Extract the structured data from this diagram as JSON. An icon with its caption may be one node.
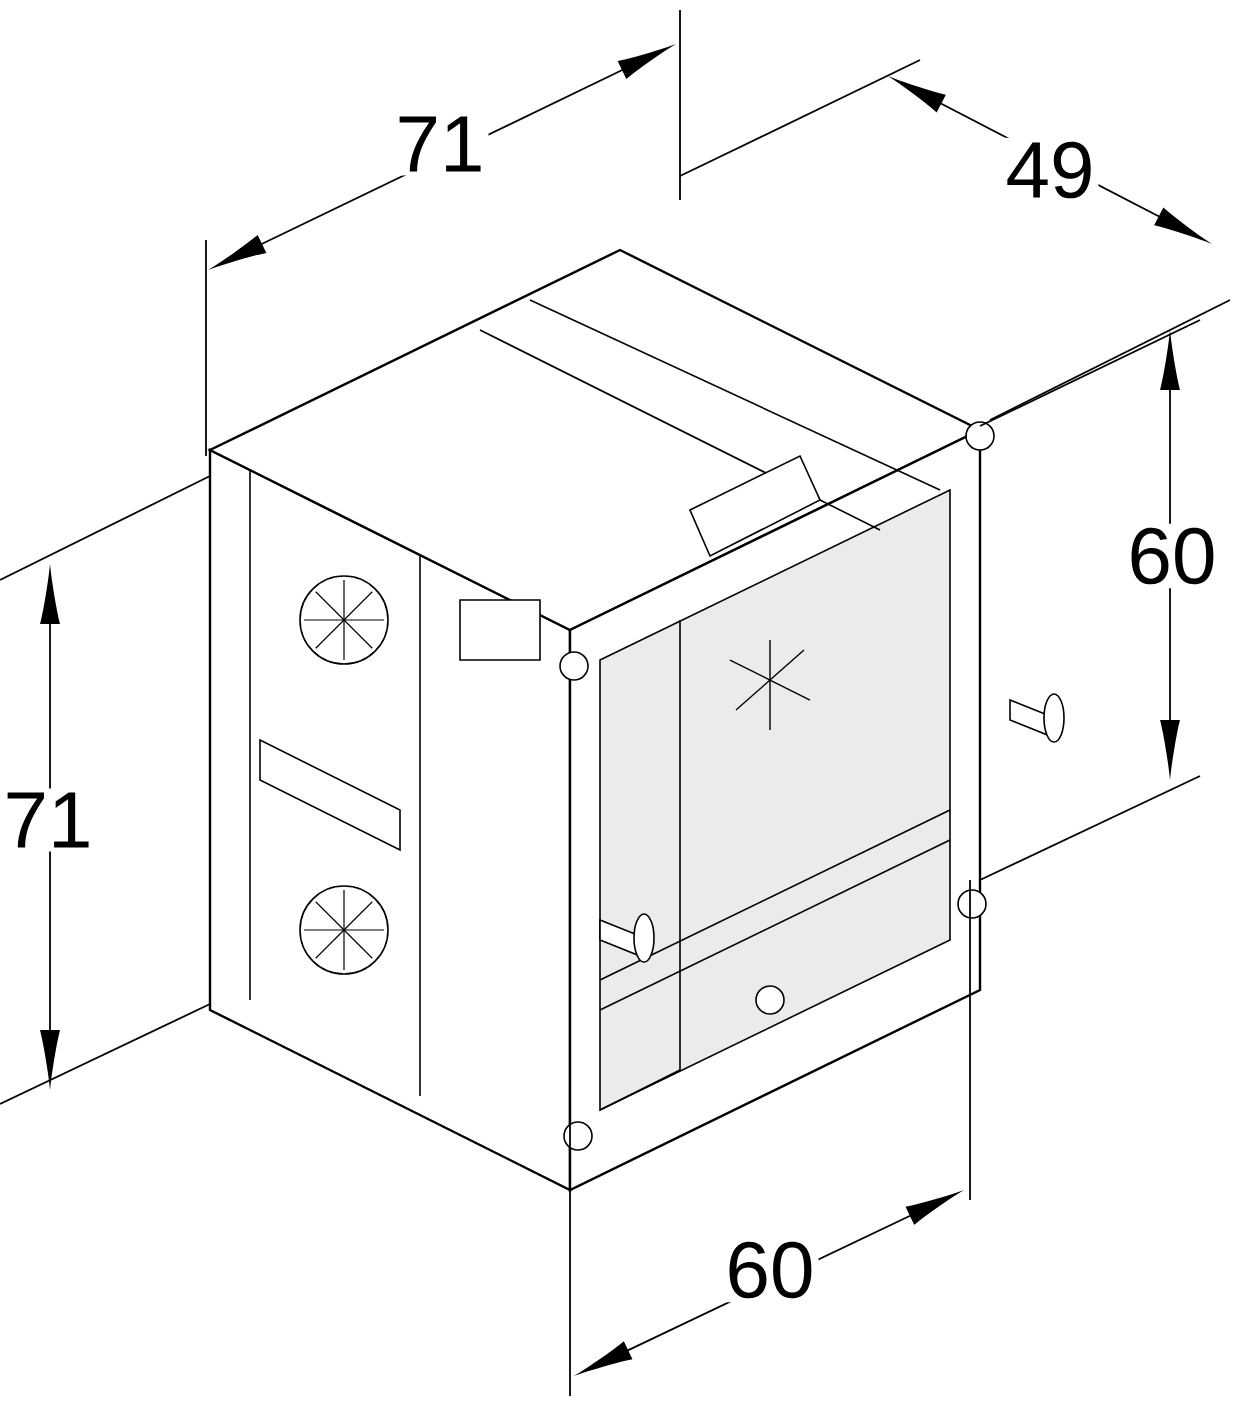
{
  "diagram": {
    "labels": [
      "71",
      "49",
      "60",
      "71",
      "60"
    ]
  }
}
